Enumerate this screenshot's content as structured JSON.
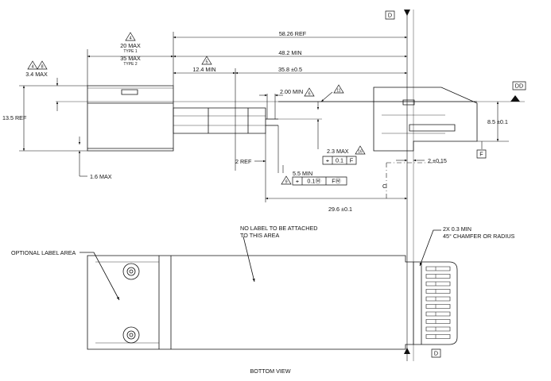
{
  "dimensions": {
    "d_58_26_ref": "58.26 REF",
    "d_48_2_min": "48.2 MIN",
    "d_35_8": "35.8 ±0.5",
    "d_12_4_min": "12.4 MIN",
    "d_3_4_max": "3.4 MAX",
    "d_13_5_ref": "13.5 REF",
    "d_1_6_max": "1.6 MAX",
    "d_2_00_min": "2.00 MIN",
    "d_2_ref": "2 REF",
    "d_2_3_max": "2.3 MAX",
    "d_5_5_min": "5.5 MIN",
    "d_29_6": "29.6 ±0.1",
    "d_8_5": "8.5 ±0.1",
    "d_2_015": "2 ±0.15",
    "d_20_max": "20 MAX",
    "type1": "TYPE 1",
    "d_35_max": "35 MAX",
    "type2": "TYPE 2"
  },
  "notes": {
    "n4": "4",
    "n5": "5",
    "n6": "6",
    "n8": "8",
    "n9": "9",
    "n11": "11",
    "n16": "16"
  },
  "datums": {
    "d": "D",
    "dd": "DD",
    "f": "F",
    "c": "C"
  },
  "tolerances": {
    "tol1_value": "0.1",
    "tol1_datum": "F",
    "tol2_value": "0.1Ⓜ",
    "tol2_datum": "FⓂ",
    "position_symbol": "⌖"
  },
  "labels": {
    "no_label_line1": "NO  LABEL TO BE ATTACHED",
    "no_label_line2": "TO THIS AREA",
    "chamfer_line1": "2X 0.3 MIN",
    "chamfer_line2": "45° CHAMFER OR RADIUS",
    "optional_label": "OPTIONAL LABEL AREA",
    "bottom_view": "BOTTOM VIEW"
  }
}
